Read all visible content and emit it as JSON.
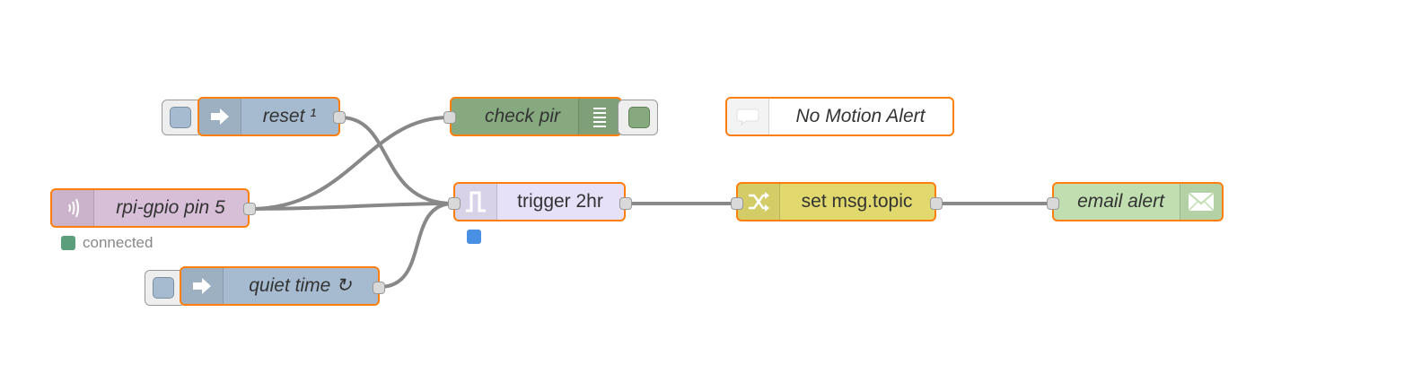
{
  "flow": {
    "nodes": {
      "reset": {
        "label": "reset ¹",
        "color": "#a6bbcf",
        "icon": "inject-arrow-icon"
      },
      "check_pir": {
        "label": "check pir",
        "color": "#87a980",
        "icon": "debug-list-icon"
      },
      "comment": {
        "label": "No Motion Alert",
        "color": "#ffffff",
        "icon": "comment-bubble-icon"
      },
      "rpi_gpio": {
        "label": "rpi-gpio pin 5",
        "color": "#d7bfd8",
        "icon": "gpio-signal-icon",
        "status": {
          "text": "connected",
          "color": "#5a9e7c"
        }
      },
      "trigger": {
        "label": "trigger 2hr",
        "color": "#e6e0f8",
        "icon": "trigger-pulse-icon",
        "status_color": "#4a90e2"
      },
      "change": {
        "label": "set msg.topic",
        "color": "#e2d96e",
        "icon": "shuffle-icon"
      },
      "email": {
        "label": "email alert",
        "color": "#c0deb0",
        "icon": "envelope-icon"
      },
      "quiet": {
        "label": "quiet time ↻",
        "color": "#a6bbcf",
        "icon": "inject-arrow-icon"
      }
    },
    "colors": {
      "selected_border": "#ff7f0e",
      "wire": "#888888",
      "port": "#d9d9d9"
    }
  }
}
